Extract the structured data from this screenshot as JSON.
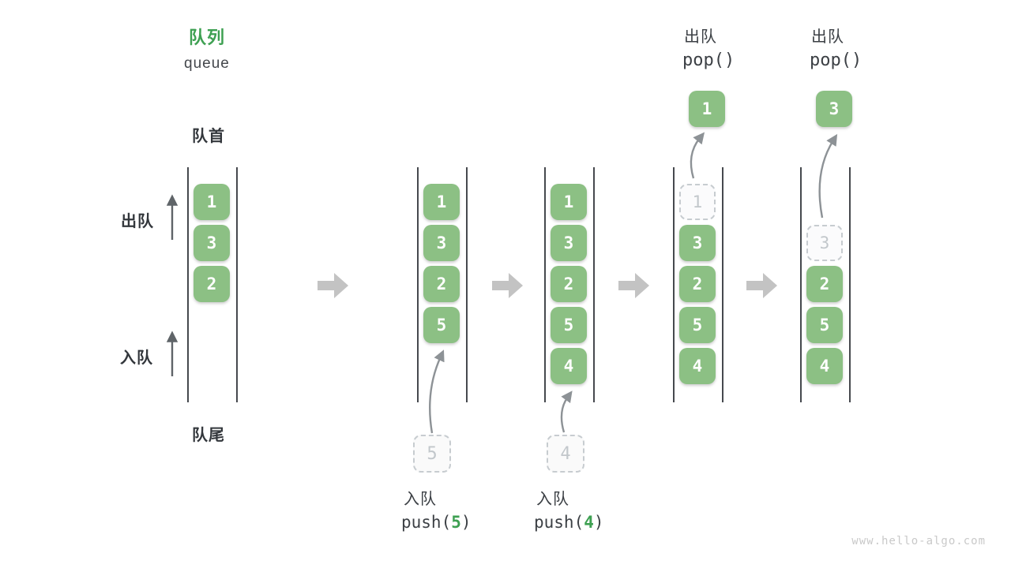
{
  "title": {
    "zh": "队列",
    "en": "queue"
  },
  "labels": {
    "front": "队首",
    "rear": "队尾",
    "dequeue_side": "出队",
    "enqueue_side": "入队"
  },
  "watermark": "www.hello-algo.com",
  "colors": {
    "cell_green": "#8cc084",
    "accent_green": "#3ea052",
    "text_dark": "#33373c",
    "line_dark": "#46494e",
    "curve_arrow_gray": "#8d9296",
    "side_arrow_gray": "#5f6468",
    "block_arrow_gray": "#c3c3c3",
    "ghost_border": "#c7ccd0",
    "ghost_text": "#c2c7cb"
  },
  "states": [
    {
      "name": "initial",
      "cells": [
        {
          "row": 0,
          "value": "1"
        },
        {
          "row": 1,
          "value": "3"
        },
        {
          "row": 2,
          "value": "2"
        }
      ]
    },
    {
      "name": "after-push-5",
      "cells": [
        {
          "row": 0,
          "value": "1"
        },
        {
          "row": 1,
          "value": "3"
        },
        {
          "row": 2,
          "value": "2"
        },
        {
          "row": 3,
          "value": "5"
        }
      ],
      "incoming": {
        "value": "5"
      },
      "op": {
        "kind": "push",
        "label": "入队",
        "code_pre": "push(",
        "arg": "5",
        "code_post": ")"
      }
    },
    {
      "name": "after-push-4",
      "cells": [
        {
          "row": 0,
          "value": "1"
        },
        {
          "row": 1,
          "value": "3"
        },
        {
          "row": 2,
          "value": "2"
        },
        {
          "row": 3,
          "value": "5"
        },
        {
          "row": 4,
          "value": "4"
        }
      ],
      "incoming": {
        "value": "4"
      },
      "op": {
        "kind": "push",
        "label": "入队",
        "code_pre": "push(",
        "arg": "4",
        "code_post": ")"
      }
    },
    {
      "name": "after-pop-1",
      "cells": [
        {
          "row": 0,
          "value": "1",
          "ghost": true
        },
        {
          "row": 1,
          "value": "3"
        },
        {
          "row": 2,
          "value": "2"
        },
        {
          "row": 3,
          "value": "5"
        },
        {
          "row": 4,
          "value": "4"
        }
      ],
      "popped": {
        "value": "1"
      },
      "op": {
        "kind": "pop",
        "label": "出队",
        "code": "pop()"
      }
    },
    {
      "name": "after-pop-3",
      "cells": [
        {
          "row": 1,
          "value": "3",
          "ghost": true
        },
        {
          "row": 2,
          "value": "2"
        },
        {
          "row": 3,
          "value": "5"
        },
        {
          "row": 4,
          "value": "4"
        }
      ],
      "popped": {
        "value": "3"
      },
      "op": {
        "kind": "pop",
        "label": "出队",
        "code": "pop()"
      }
    }
  ]
}
